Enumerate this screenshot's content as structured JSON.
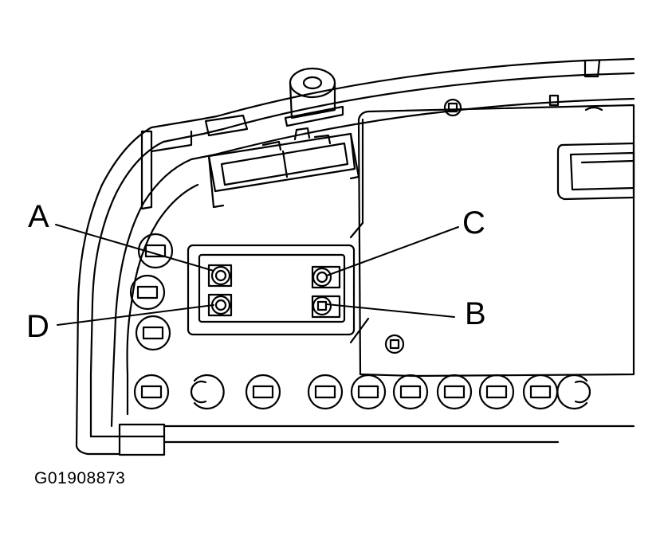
{
  "callouts": {
    "a": "A",
    "b": "B",
    "c": "C",
    "d": "D"
  },
  "figure_code": "G01908873",
  "colors": {
    "ink": "#000000",
    "paper": "#ffffff"
  }
}
